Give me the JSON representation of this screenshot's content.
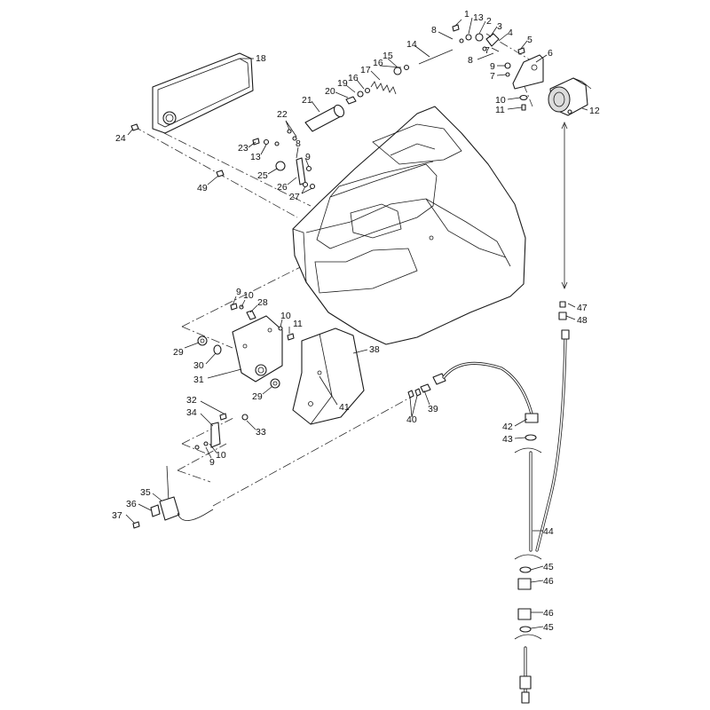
{
  "callouts": [
    {
      "id": "c1",
      "label": "1"
    },
    {
      "id": "c13a",
      "label": "13"
    },
    {
      "id": "c2",
      "label": "2"
    },
    {
      "id": "c3",
      "label": "3"
    },
    {
      "id": "c4",
      "label": "4"
    },
    {
      "id": "c8a",
      "label": "8"
    },
    {
      "id": "c14",
      "label": "14"
    },
    {
      "id": "c15",
      "label": "15"
    },
    {
      "id": "c16a",
      "label": "16"
    },
    {
      "id": "c17",
      "label": "17"
    },
    {
      "id": "c16b",
      "label": "16"
    },
    {
      "id": "c19",
      "label": "19"
    },
    {
      "id": "c20",
      "label": "20"
    },
    {
      "id": "c21",
      "label": "21"
    },
    {
      "id": "c18",
      "label": "18"
    },
    {
      "id": "c5",
      "label": "5"
    },
    {
      "id": "c6",
      "label": "6"
    },
    {
      "id": "c7a",
      "label": "7"
    },
    {
      "id": "c8b",
      "label": "8"
    },
    {
      "id": "c9a",
      "label": "9"
    },
    {
      "id": "c7b",
      "label": "7"
    },
    {
      "id": "c10a",
      "label": "10"
    },
    {
      "id": "c11a",
      "label": "11"
    },
    {
      "id": "c12",
      "label": "12"
    },
    {
      "id": "c22",
      "label": "22"
    },
    {
      "id": "c24",
      "label": "24"
    },
    {
      "id": "c23",
      "label": "23"
    },
    {
      "id": "c13b",
      "label": "13"
    },
    {
      "id": "c8c",
      "label": "8"
    },
    {
      "id": "c9b",
      "label": "9"
    },
    {
      "id": "c25",
      "label": "25"
    },
    {
      "id": "c26",
      "label": "26"
    },
    {
      "id": "c27",
      "label": "27"
    },
    {
      "id": "c49",
      "label": "49"
    },
    {
      "id": "c47",
      "label": "47"
    },
    {
      "id": "c48",
      "label": "48"
    },
    {
      "id": "c9c",
      "label": "9"
    },
    {
      "id": "c10b",
      "label": "10"
    },
    {
      "id": "c28",
      "label": "28"
    },
    {
      "id": "c10c",
      "label": "10"
    },
    {
      "id": "c11b",
      "label": "11"
    },
    {
      "id": "c29a",
      "label": "29"
    },
    {
      "id": "c30",
      "label": "30"
    },
    {
      "id": "c31",
      "label": "31"
    },
    {
      "id": "c38",
      "label": "38"
    },
    {
      "id": "c29b",
      "label": "29"
    },
    {
      "id": "c41",
      "label": "41"
    },
    {
      "id": "c32",
      "label": "32"
    },
    {
      "id": "c34",
      "label": "34"
    },
    {
      "id": "c33",
      "label": "33"
    },
    {
      "id": "c40",
      "label": "40"
    },
    {
      "id": "c39",
      "label": "39"
    },
    {
      "id": "c42",
      "label": "42"
    },
    {
      "id": "c43",
      "label": "43"
    },
    {
      "id": "c9d",
      "label": "9"
    },
    {
      "id": "c10d",
      "label": "10"
    },
    {
      "id": "c35",
      "label": "35"
    },
    {
      "id": "c36",
      "label": "36"
    },
    {
      "id": "c37",
      "label": "37"
    },
    {
      "id": "c44",
      "label": "44"
    },
    {
      "id": "c45a",
      "label": "45"
    },
    {
      "id": "c46a",
      "label": "46"
    },
    {
      "id": "c46b",
      "label": "46"
    },
    {
      "id": "c45b",
      "label": "45"
    }
  ]
}
